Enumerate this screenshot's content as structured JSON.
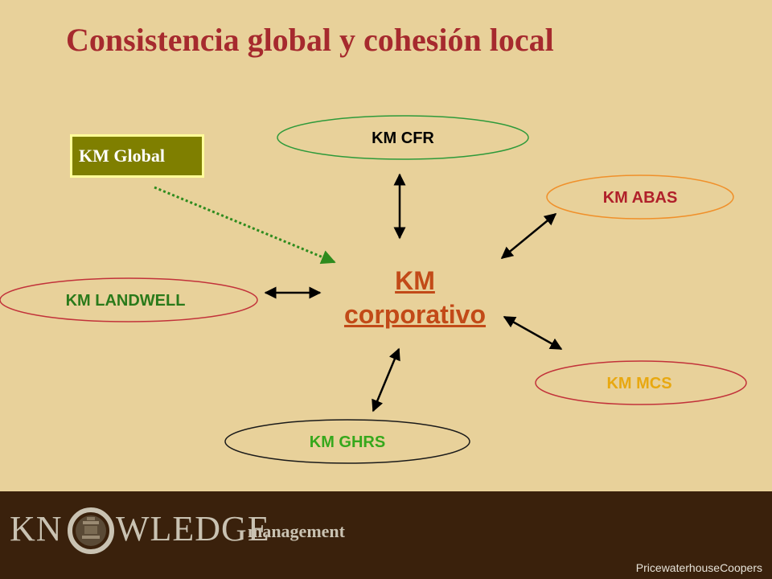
{
  "title": "Consistencia global y cohesión local",
  "diagram": {
    "center": {
      "label": "KM\ncorporativo"
    },
    "global": {
      "label": "KM Global"
    },
    "nodes": [
      {
        "id": "cfr",
        "label": "KM CFR",
        "color": "#000000",
        "border": "#2E9A3A"
      },
      {
        "id": "abas",
        "label": "KM ABAS",
        "color": "#B0202A",
        "border": "#F0902A"
      },
      {
        "id": "landwell",
        "label": "KM LANDWELL",
        "color": "#2A7A1A",
        "border": "#C2323A"
      },
      {
        "id": "mcs",
        "label": "KM MCS",
        "color": "#E8A810",
        "border": "#C2323A"
      },
      {
        "id": "ghrs",
        "label": "KM GHRS",
        "color": "#36A81C",
        "border": "#1A1A1A"
      }
    ],
    "link_color": "#000000",
    "global_link_color": "#2E8B1E"
  },
  "footer": {
    "brand_left": "KN",
    "brand_right": "WLEDGE",
    "brand_sub": "management",
    "company": "PricewaterhouseCoopers"
  }
}
